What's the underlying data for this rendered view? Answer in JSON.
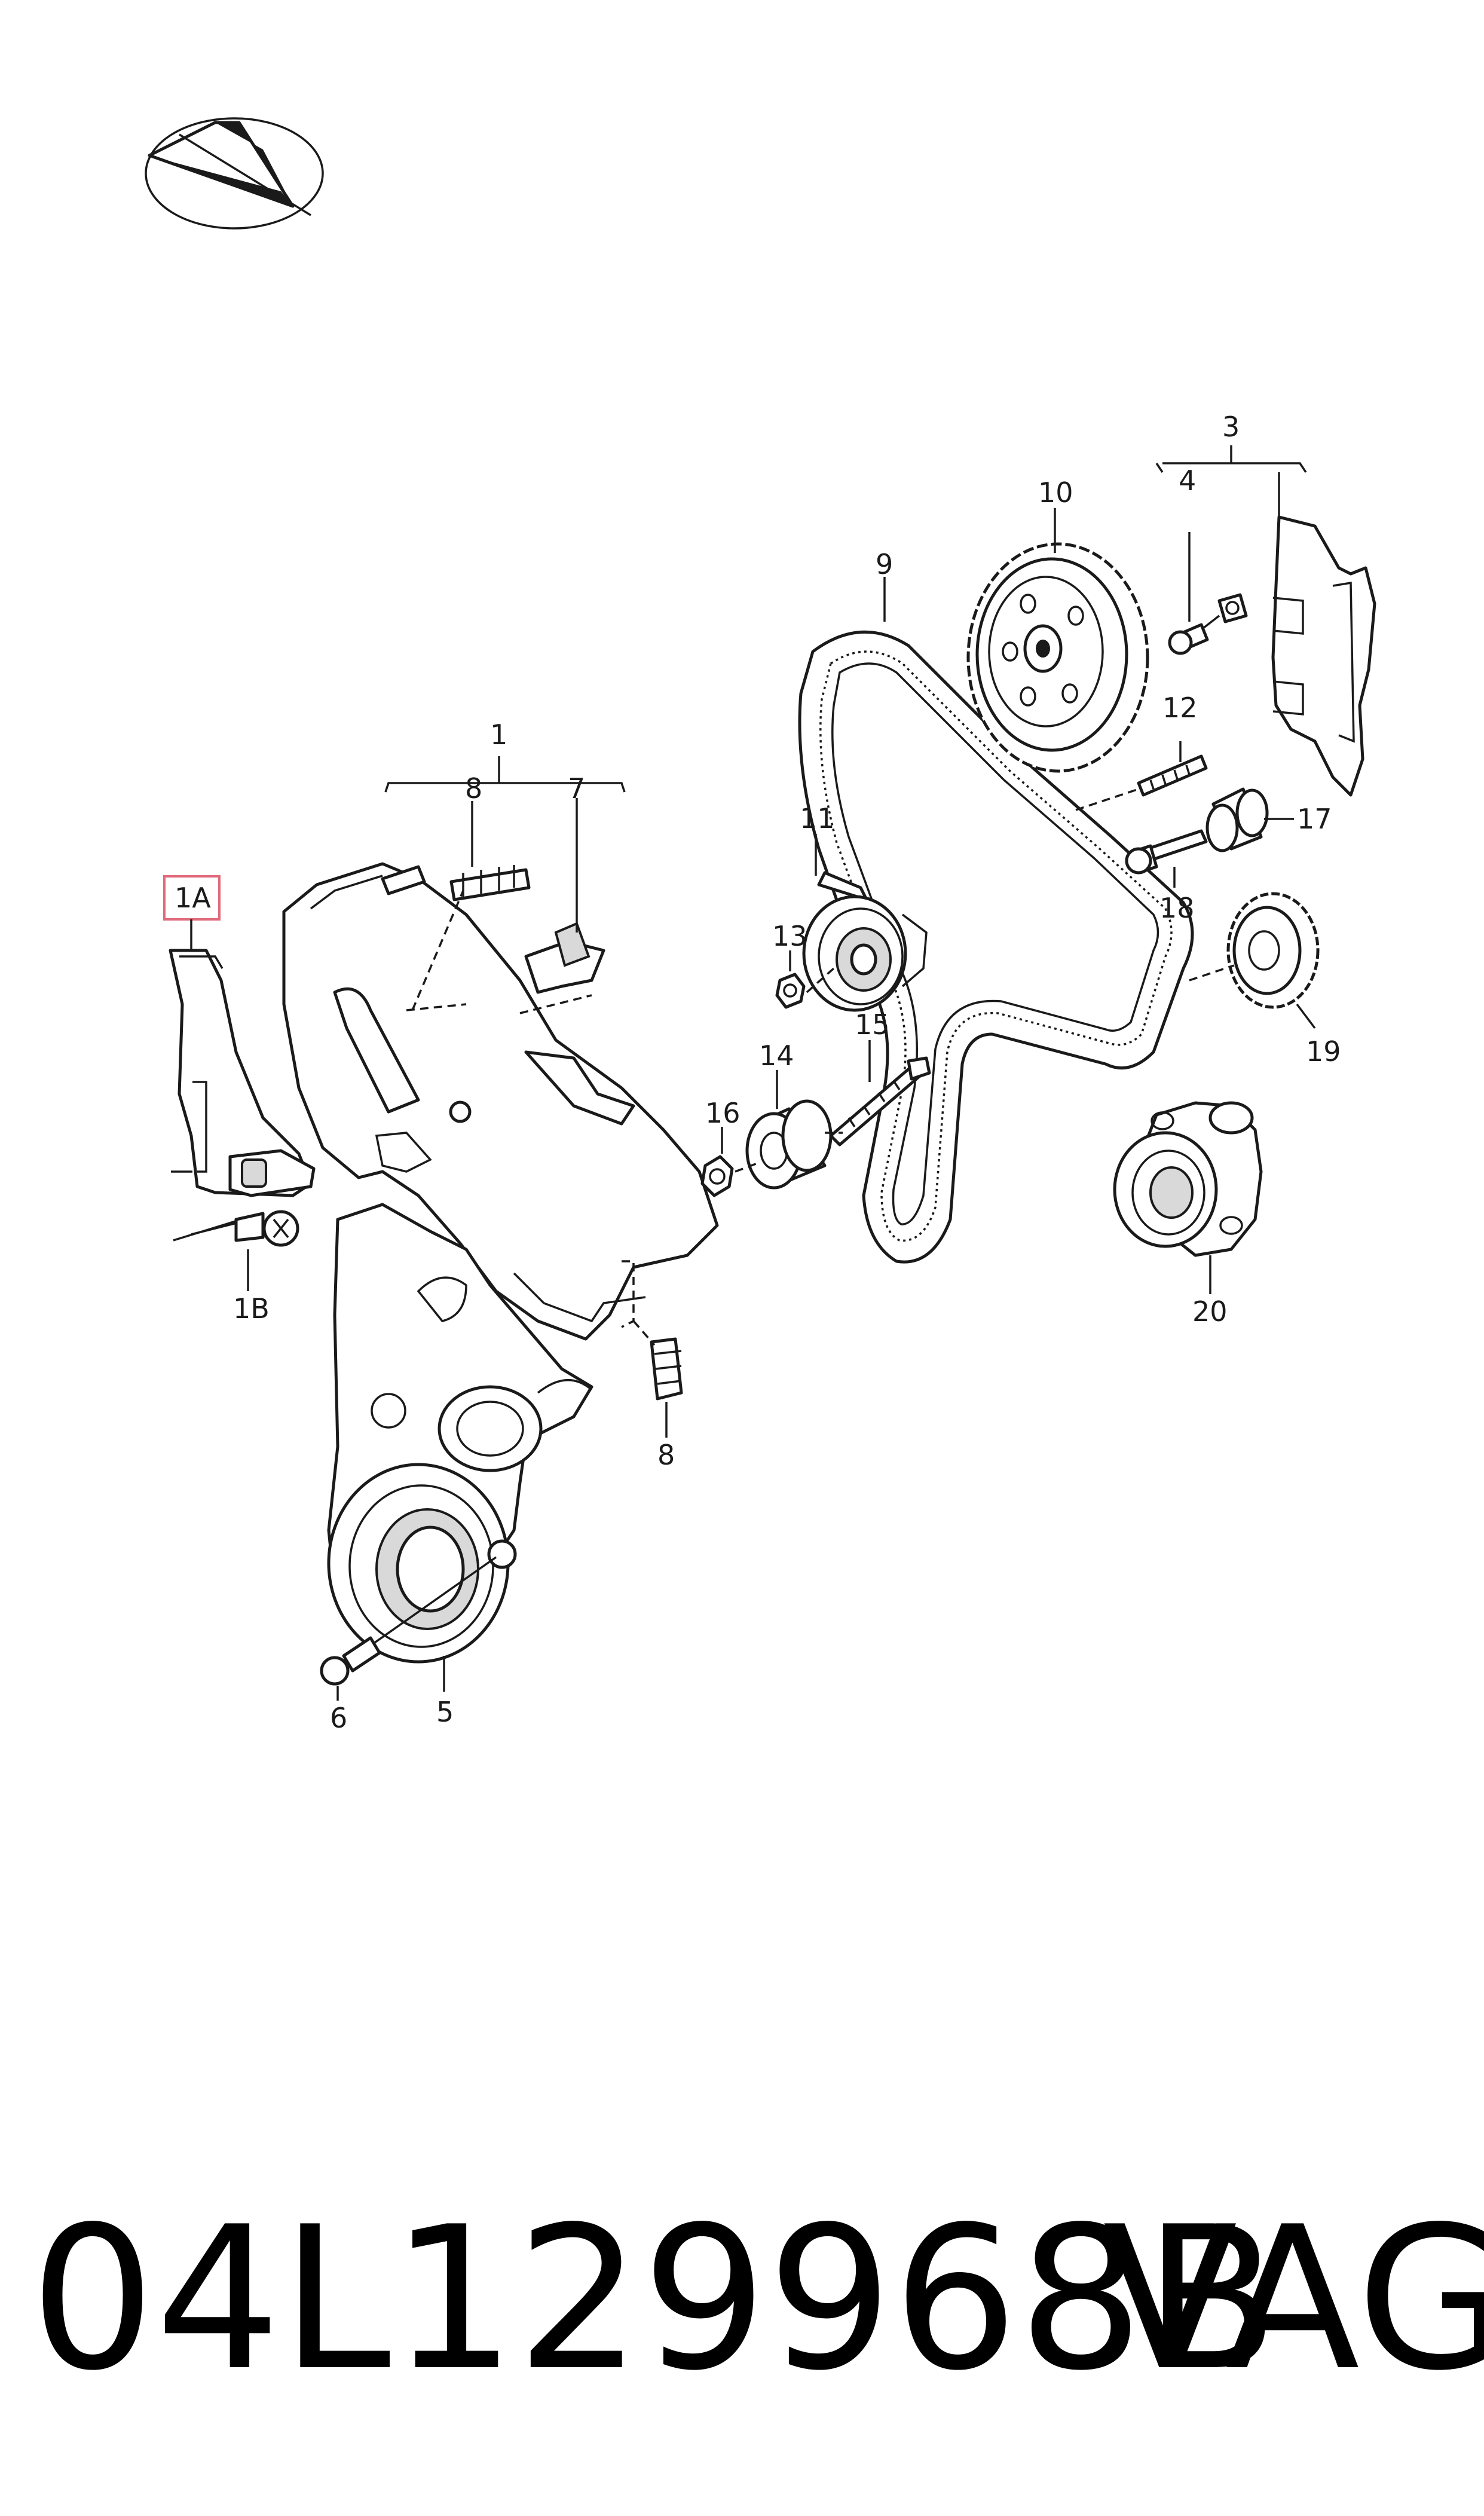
{
  "labels": {
    "l1": "1",
    "l1A": "1A",
    "l1B": "1B",
    "l3": "3",
    "l4": "4",
    "l5": "5",
    "l6": "6",
    "l7": "7",
    "l8a": "8",
    "l8b": "8",
    "l9": "9",
    "l10": "10",
    "l11": "11",
    "l12": "12",
    "l13": "13",
    "l14": "14",
    "l15": "15",
    "l16": "16",
    "l17": "17",
    "l18": "18",
    "l19": "19",
    "l20": "20"
  },
  "highlight_color": "#e06a7a",
  "footer": {
    "part_number": "04L129968B",
    "brand": "VAG"
  }
}
